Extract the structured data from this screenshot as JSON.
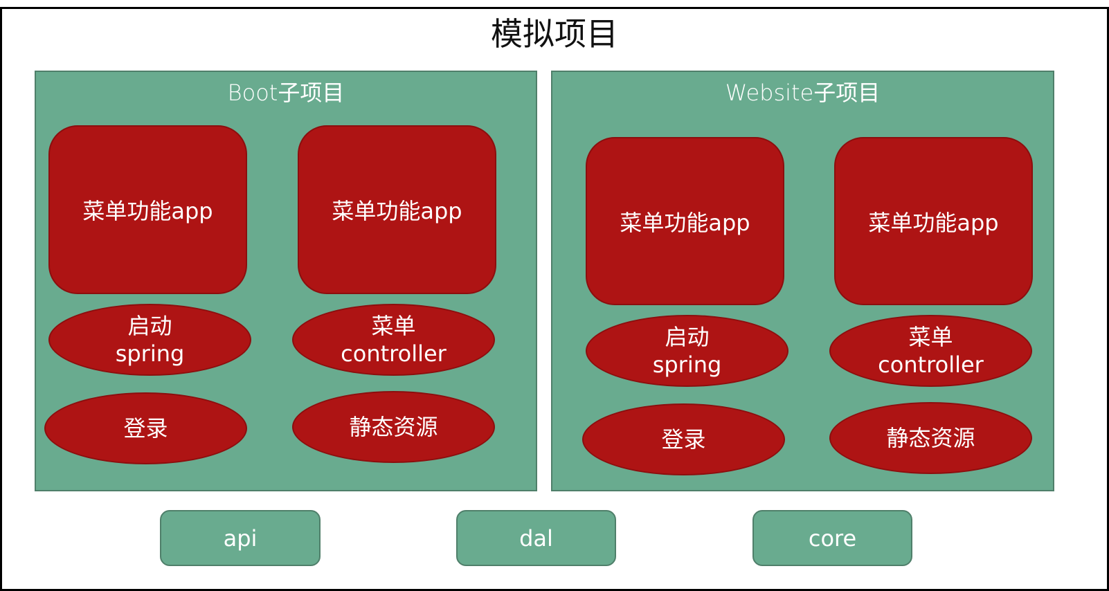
{
  "title": "模拟项目",
  "colors": {
    "panel_fill": "#69ab8f",
    "panel_border": "#4f7f6a",
    "node_fill": "#ae1414",
    "node_border": "#8c0e0e",
    "frame_border": "#000000",
    "text_light": "#ffffff"
  },
  "panels": [
    {
      "title": "Boot子项目",
      "apps": [
        "菜单功能app",
        "菜单功能app"
      ],
      "ellipses": [
        {
          "line1": "启动",
          "line2": "spring"
        },
        {
          "line1": "菜单",
          "line2": "controller"
        },
        {
          "line1": "登录",
          "line2": ""
        },
        {
          "line1": "静态资源",
          "line2": ""
        }
      ]
    },
    {
      "title": "Website子项目",
      "apps": [
        "菜单功能app",
        "菜单功能app"
      ],
      "ellipses": [
        {
          "line1": "启动",
          "line2": "spring"
        },
        {
          "line1": "菜单",
          "line2": "controller"
        },
        {
          "line1": "登录",
          "line2": ""
        },
        {
          "line1": "静态资源",
          "line2": ""
        }
      ]
    }
  ],
  "modules": [
    "api",
    "dal",
    "core"
  ]
}
